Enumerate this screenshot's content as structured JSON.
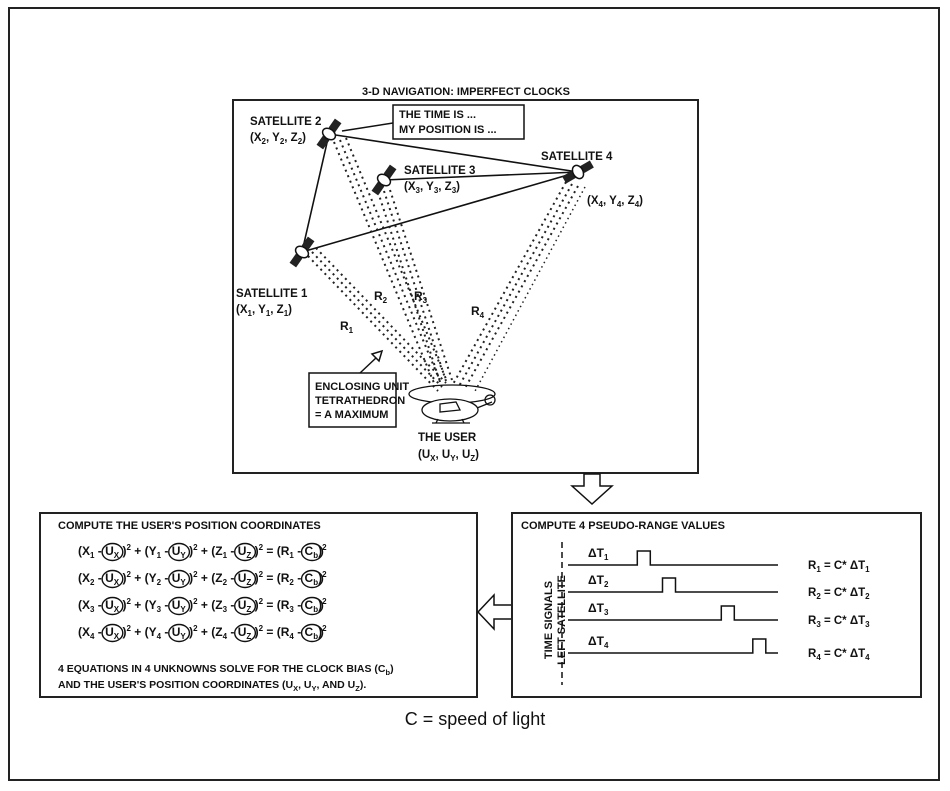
{
  "top_panel": {
    "title": "3-D NAVIGATION: IMPERFECT CLOCKS",
    "callout": {
      "line1": "THE TIME IS ...",
      "line2": "MY POSITION IS ..."
    },
    "satellites": [
      {
        "label": "SATELLITE 1",
        "coord_sub": [
          "1",
          "1",
          "1"
        ]
      },
      {
        "label": "SATELLITE 2",
        "coord_sub": [
          "2",
          "2",
          "2"
        ]
      },
      {
        "label": "SATELLITE 3",
        "coord_sub": [
          "3",
          "3",
          "3"
        ]
      },
      {
        "label": "SATELLITE 4",
        "coord_sub": [
          "4",
          "4",
          "4"
        ]
      }
    ],
    "coord_letters": [
      "X",
      "Y",
      "Z"
    ],
    "range_prefix": "R",
    "ranges": [
      "1",
      "2",
      "3",
      "4"
    ],
    "tetra_box": {
      "line1": "ENCLOSING UNIT",
      "line2": "TETRATHEDRON",
      "line3": "= A MAXIMUM"
    },
    "user": {
      "label": "THE USER",
      "coord_letter": "U",
      "coord_sub": [
        "X",
        "Y",
        "Z"
      ]
    }
  },
  "left_panel": {
    "title": "COMPUTE THE USER'S POSITION COORDINATES",
    "eq_subs": [
      "1",
      "2",
      "3",
      "4"
    ],
    "eq_letters": [
      "X",
      "Y",
      "Z"
    ],
    "unknown_letter": "U",
    "unknown_subs": [
      "X",
      "Y",
      "Z"
    ],
    "range_letter": "R",
    "bias_letter": "C",
    "bias_sub": "b",
    "exponent": "2",
    "minus": "-",
    "plus": "+",
    "equals": "=",
    "note": {
      "line1_a": "4 EQUATIONS IN 4 UNKNOWNS SOLVE FOR THE CLOCK BIAS (C",
      "line1_sub": "b",
      "line1_b": ")",
      "line2_a": "AND THE USER'S POSITION COORDINATES (U",
      "sub_x": "X",
      "sep1": ", U",
      "sub_y": "Y",
      "sep2": ", AND U",
      "sub_z": "Z",
      "end": ")."
    }
  },
  "right_panel": {
    "title": "COMPUTE 4 PSEUDO-RANGE VALUES",
    "vertical_label_1": "TIME SIGNALS",
    "vertical_label_2": "LEFT SATELLITE",
    "delta_symbol": "ΔT",
    "range_eq_mid": "= C* ΔT",
    "signals": [
      {
        "sub": "1",
        "pulse_frac": 0.33
      },
      {
        "sub": "2",
        "pulse_frac": 0.45
      },
      {
        "sub": "3",
        "pulse_frac": 0.73
      },
      {
        "sub": "4",
        "pulse_frac": 0.88
      }
    ]
  },
  "footer": {
    "text": "C = speed of light"
  }
}
